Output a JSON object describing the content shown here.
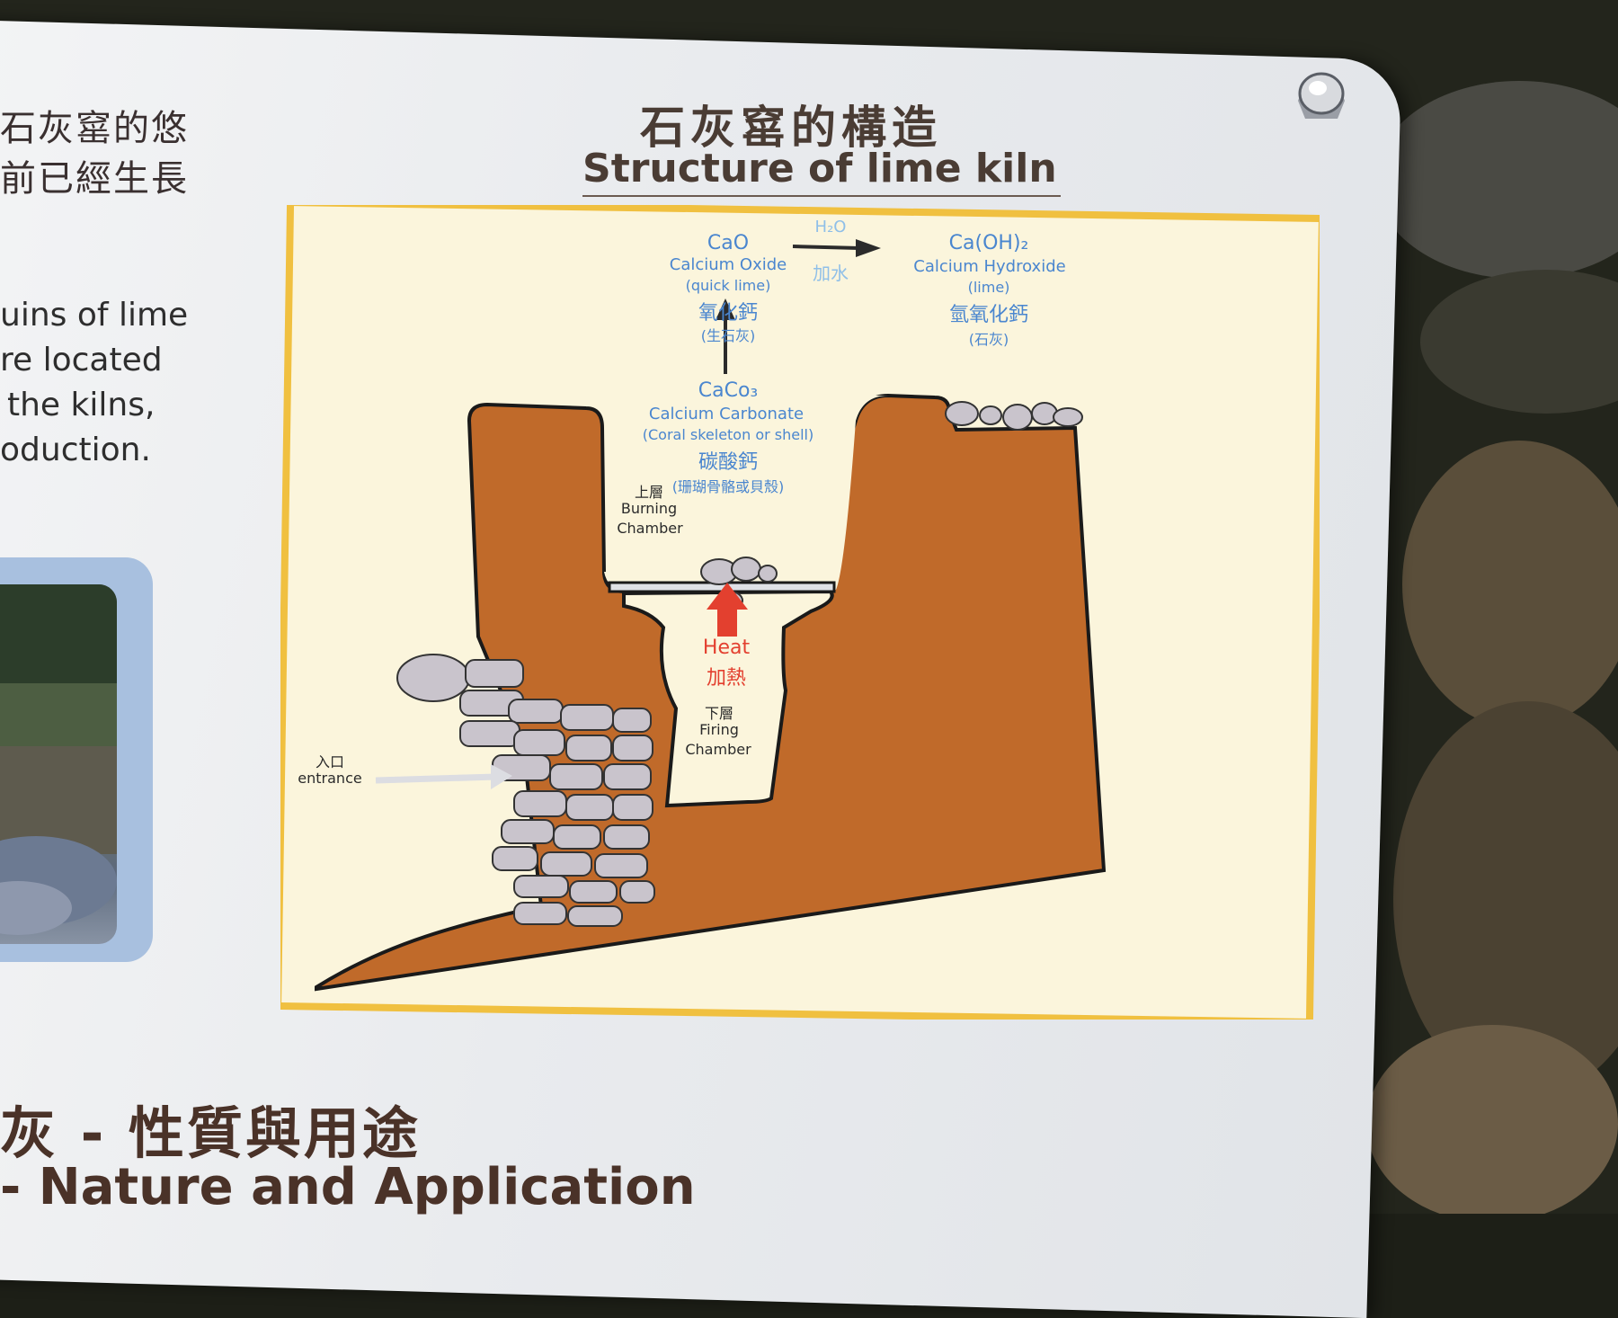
{
  "sign": {
    "title_cn": "石灰窰的構造",
    "title_en": "Structure of lime kiln",
    "left_text_cn": [
      "石灰窰的悠",
      "前已經生長"
    ],
    "left_text_en": [
      "uins of lime",
      "re located",
      "the kilns,",
      "oduction."
    ],
    "bottom_cn": "灰 - 性質與用途",
    "bottom_en": "- Nature and Application"
  },
  "diagram": {
    "cao": {
      "formula": "CaO",
      "en": "Calcium Oxide",
      "en_sub": "(quick lime)",
      "cn": "氧化鈣",
      "cn_sub": "(生石灰)"
    },
    "water": {
      "formula": "H₂O",
      "cn": "加水"
    },
    "caoh2": {
      "formula": "Ca(OH)₂",
      "en": "Calcium Hydroxide",
      "en_sub": "(lime)",
      "cn": "氫氧化鈣",
      "cn_sub": "(石灰)"
    },
    "caco3": {
      "formula": "CaCo₃",
      "en": "Calcium Carbonate",
      "en_sub": "(Coral skeleton or shell)",
      "cn": "碳酸鈣",
      "cn_sub": "(珊瑚骨骼或貝殼)"
    },
    "burning_chamber": {
      "cn": "上層",
      "en1": "Burning",
      "en2": "Chamber"
    },
    "heat": {
      "en": "Heat",
      "cn": "加熱"
    },
    "firing_chamber": {
      "cn": "下層",
      "en1": "Firing",
      "en2": "Chamber"
    },
    "entrance": {
      "cn": "入口",
      "en": "entrance"
    }
  },
  "colors": {
    "kiln": "#c06a2a",
    "frame": "#f0c040",
    "cream": "#fbf5dc",
    "blue_text": "#4a86cf",
    "heat_red": "#e3402f",
    "stone": "#c9c4cc"
  }
}
